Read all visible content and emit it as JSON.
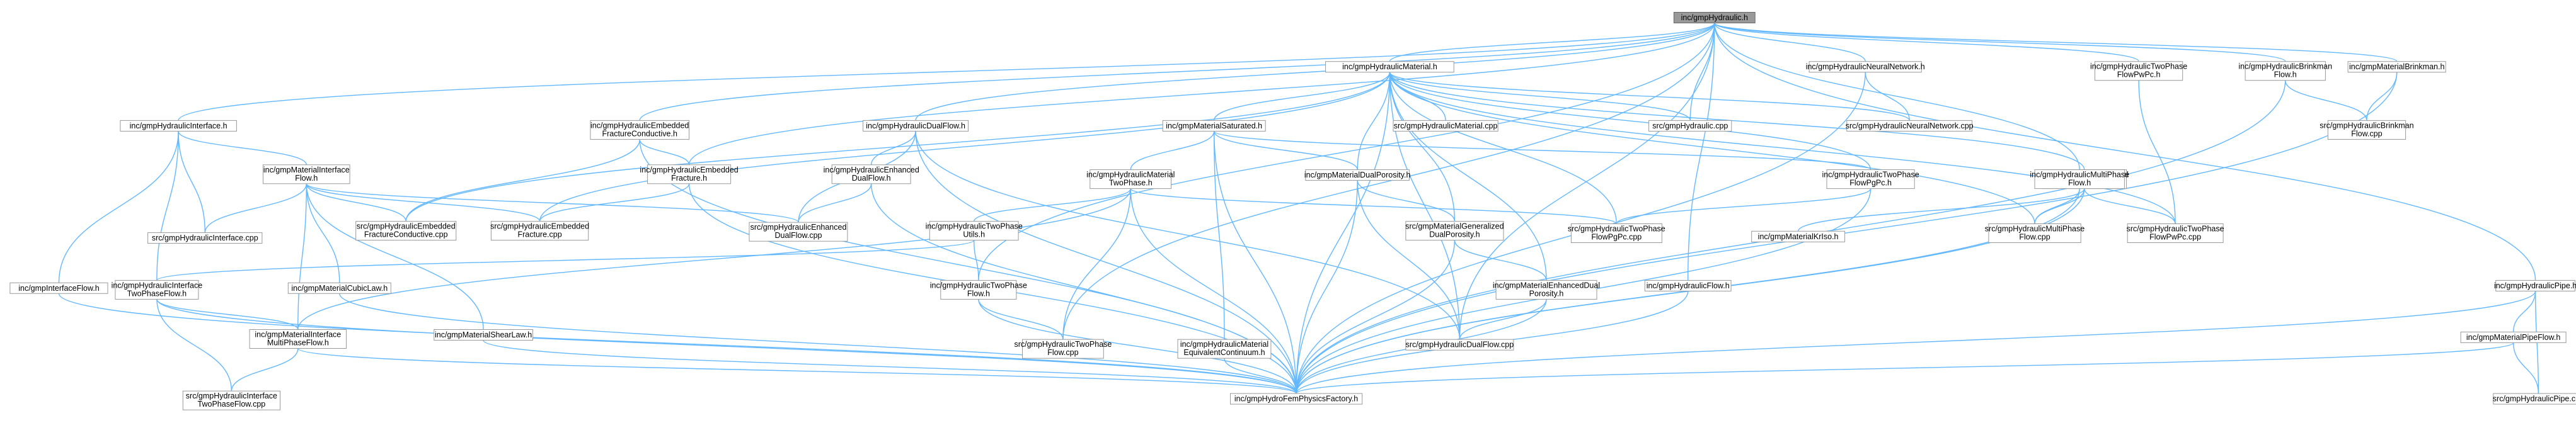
{
  "nodes": [
    {
      "id": "root",
      "lines": [
        "inc/gmpHydraulic.h"
      ],
      "root": true
    },
    {
      "id": "mat",
      "lines": [
        "inc/gmpHydraulicMaterial.h"
      ]
    },
    {
      "id": "nn",
      "lines": [
        "inc/gmpHydraulicNeuralNetwork.h"
      ]
    },
    {
      "id": "tpfpwpc",
      "lines": [
        "inc/gmpHydraulicTwoPhase",
        "FlowPwPc.h"
      ]
    },
    {
      "id": "brinkflow",
      "lines": [
        "inc/gmpHydraulicBrinkman",
        "Flow.h"
      ]
    },
    {
      "id": "matbrink",
      "lines": [
        "inc/gmpMaterialBrinkman.h"
      ]
    },
    {
      "id": "iface",
      "lines": [
        "inc/gmpHydraulicInterface.h"
      ]
    },
    {
      "id": "efc",
      "lines": [
        "inc/gmpHydraulicEmbedded",
        "FractureConductive.h"
      ]
    },
    {
      "id": "dualflow",
      "lines": [
        "inc/gmpHydraulicDualFlow.h"
      ]
    },
    {
      "id": "sat",
      "lines": [
        "inc/gmpMaterialSaturated.h"
      ]
    },
    {
      "id": "matcpp",
      "lines": [
        "src/gmpHydraulicMaterial.cpp"
      ]
    },
    {
      "id": "hydcpp",
      "lines": [
        "src/gmpHydraulic.cpp"
      ]
    },
    {
      "id": "nncpp",
      "lines": [
        "src/gmpHydraulicNeuralNetwork.cpp"
      ]
    },
    {
      "id": "brinkflowcpp",
      "lines": [
        "src/gmpHydraulicBrinkman",
        "Flow.cpp"
      ]
    },
    {
      "id": "matiface",
      "lines": [
        "inc/gmpMaterialInterface",
        "Flow.h"
      ]
    },
    {
      "id": "ef",
      "lines": [
        "inc/gmpHydraulicEmbedded",
        "Fracture.h"
      ]
    },
    {
      "id": "edf",
      "lines": [
        "inc/gmpHydraulicEnhanced",
        "DualFlow.h"
      ]
    },
    {
      "id": "mtp",
      "lines": [
        "inc/gmpHydraulicMaterial",
        "TwoPhase.h"
      ]
    },
    {
      "id": "mdp",
      "lines": [
        "inc/gmpMaterialDualPorosity.h"
      ]
    },
    {
      "id": "tpfpgpc",
      "lines": [
        "inc/gmpHydraulicTwoPhase",
        "FlowPgPc.h"
      ]
    },
    {
      "id": "mmp",
      "lines": [
        "inc/gmpHydraulicMaterial",
        "MultiPhase.h"
      ]
    },
    {
      "id": "mpf",
      "lines": [
        "inc/gmpHydraulicMultiPhase",
        "Flow.h"
      ]
    },
    {
      "id": "ifacecpp",
      "lines": [
        "src/gmpHydraulicInterface.cpp"
      ]
    },
    {
      "id": "efccpp",
      "lines": [
        "src/gmpHydraulicEmbedded",
        "FractureConductive.cpp"
      ]
    },
    {
      "id": "efcpp",
      "lines": [
        "src/gmpHydraulicEmbedded",
        "Fracture.cpp"
      ]
    },
    {
      "id": "edfcpp",
      "lines": [
        "src/gmpHydraulicEnhanced",
        "DualFlow.cpp"
      ]
    },
    {
      "id": "tpu",
      "lines": [
        "inc/gmpHydraulicTwoPhase",
        "Utils.h"
      ]
    },
    {
      "id": "mgdp",
      "lines": [
        "src/gmpMaterialGeneralized",
        "DualPorosity.h"
      ]
    },
    {
      "id": "tpfpgpccpp",
      "lines": [
        "src/gmpHydraulicTwoPhase",
        "FlowPgPc.cpp"
      ]
    },
    {
      "id": "kr",
      "lines": [
        "inc/gmpMaterialKrIso.h"
      ]
    },
    {
      "id": "mpfcpp",
      "lines": [
        "src/gmpHydraulicMultiPhase",
        "Flow.cpp"
      ]
    },
    {
      "id": "tpfpwpccpp",
      "lines": [
        "src/gmpHydraulicTwoPhase",
        "FlowPwPc.cpp"
      ]
    },
    {
      "id": "ifflow",
      "lines": [
        "inc/gmpInterfaceFlow.h"
      ]
    },
    {
      "id": "iftpf",
      "lines": [
        "inc/gmpHydraulicInterface",
        "TwoPhaseFlow.h"
      ]
    },
    {
      "id": "cubic",
      "lines": [
        "inc/gmpMaterialCubicLaw.h"
      ]
    },
    {
      "id": "tpflow",
      "lines": [
        "inc/gmpHydraulicTwoPhase",
        "Flow.h"
      ]
    },
    {
      "id": "medp",
      "lines": [
        "inc/gmpMaterialEnhancedDual",
        "Porosity.h"
      ]
    },
    {
      "id": "flow",
      "lines": [
        "inc/gmpHydraulicFlow.h"
      ]
    },
    {
      "id": "pipe",
      "lines": [
        "inc/gmpHydraulicPipe.h"
      ]
    },
    {
      "id": "shear",
      "lines": [
        "inc/gmpMaterialShearLaw.h"
      ]
    },
    {
      "id": "mimpf",
      "lines": [
        "inc/gmpMaterialInterface",
        "MultiPhaseFlow.h"
      ]
    },
    {
      "id": "tpflowcpp",
      "lines": [
        "src/gmpHydraulicTwoPhase",
        "Flow.cpp"
      ]
    },
    {
      "id": "meqc",
      "lines": [
        "inc/gmpHydraulicMaterial",
        "EquivalentContinuum.h"
      ]
    },
    {
      "id": "dualflowcpp",
      "lines": [
        "src/gmpHydraulicDualFlow.cpp"
      ]
    },
    {
      "id": "matpipe",
      "lines": [
        "inc/gmpMaterialPipeFlow.h"
      ]
    },
    {
      "id": "iftpfcpp",
      "lines": [
        "src/gmpHydraulicInterface",
        "TwoPhaseFlow.cpp"
      ]
    },
    {
      "id": "factory",
      "lines": [
        "inc/gmpHydroFemPhysicsFactory.h"
      ]
    },
    {
      "id": "pipecpp",
      "lines": [
        "src/gmpHydraulicPipe.cpp"
      ]
    }
  ]
}
